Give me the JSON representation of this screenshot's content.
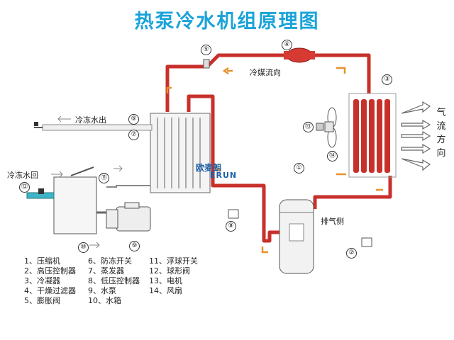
{
  "title": "热泵冷水机组原理图",
  "labels": {
    "refrigerant_flow": "冷媒流向",
    "chilled_out": "冷冻水出",
    "chilled_return": "冷冻水回",
    "exhaust_side": "排气侧",
    "air_flow": "气流方向"
  },
  "markers": [
    "①",
    "②",
    "③",
    "④",
    "⑤",
    "⑥",
    "⑦",
    "⑧",
    "⑨",
    "⑩",
    "⑪",
    "⑫",
    "⑬",
    "⑭"
  ],
  "brand": {
    "cn": "欧麦朗",
    "en": "ERUN"
  },
  "legend": [
    [
      "1、压缩机",
      "2、高压控制器",
      "3、冷凝器",
      "4、干燥过滤器",
      "5、膨胀阀"
    ],
    [
      "6、防冻开关",
      "7、蒸发器",
      "8、低压控制器",
      "9、水泵",
      "10、水箱"
    ],
    [
      "11、浮球开关",
      "12、球形阀",
      "13、电机",
      "14、风扇"
    ]
  ],
  "colors": {
    "pipe": "#c8302b",
    "title": "#1aa3d9",
    "flow_arrow": "#e8912a",
    "coil": "#c8302b"
  }
}
